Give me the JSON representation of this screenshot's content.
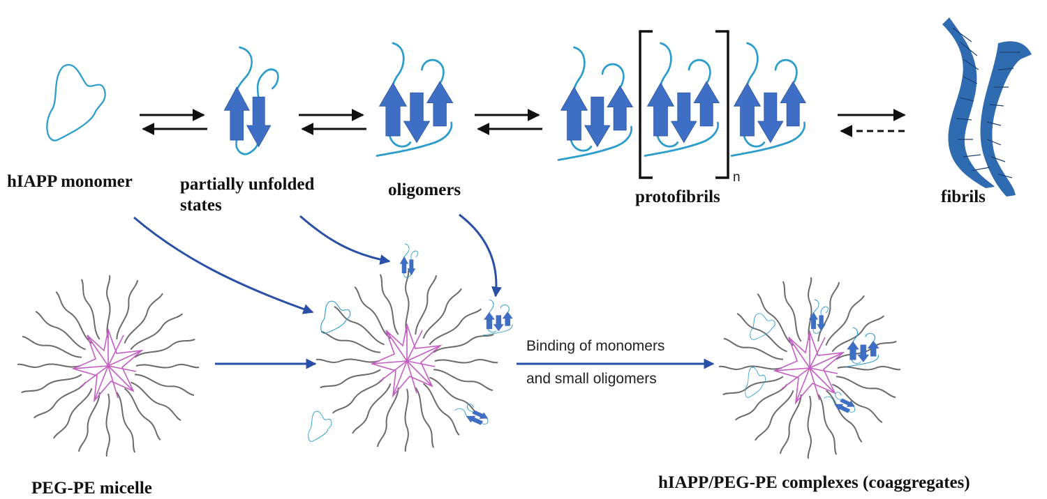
{
  "labels": {
    "monomer": "hIAPP monomer",
    "partial_line1": "partially unfolded",
    "partial_line2": "states",
    "oligomers": "oligomers",
    "protofibrils": "protofibrils",
    "repeat_n": "n",
    "fibrils": "fibrils",
    "micelle": "PEG-PE micelle",
    "binding_line1": "Binding of monomers",
    "binding_line2": "and small oligomers",
    "complexes": "hIAPP/PEG-PE complexes (coaggregates)"
  },
  "colors": {
    "coil": "#2a9dcc",
    "strand": "#3f6fc4",
    "flow_arrow": "#2a4fa8",
    "equilibrium_arrow": "#111111",
    "peg_chain": "#6b6b6b",
    "pe_core": "#c45cc4",
    "fibril": "#2f6bb0"
  }
}
